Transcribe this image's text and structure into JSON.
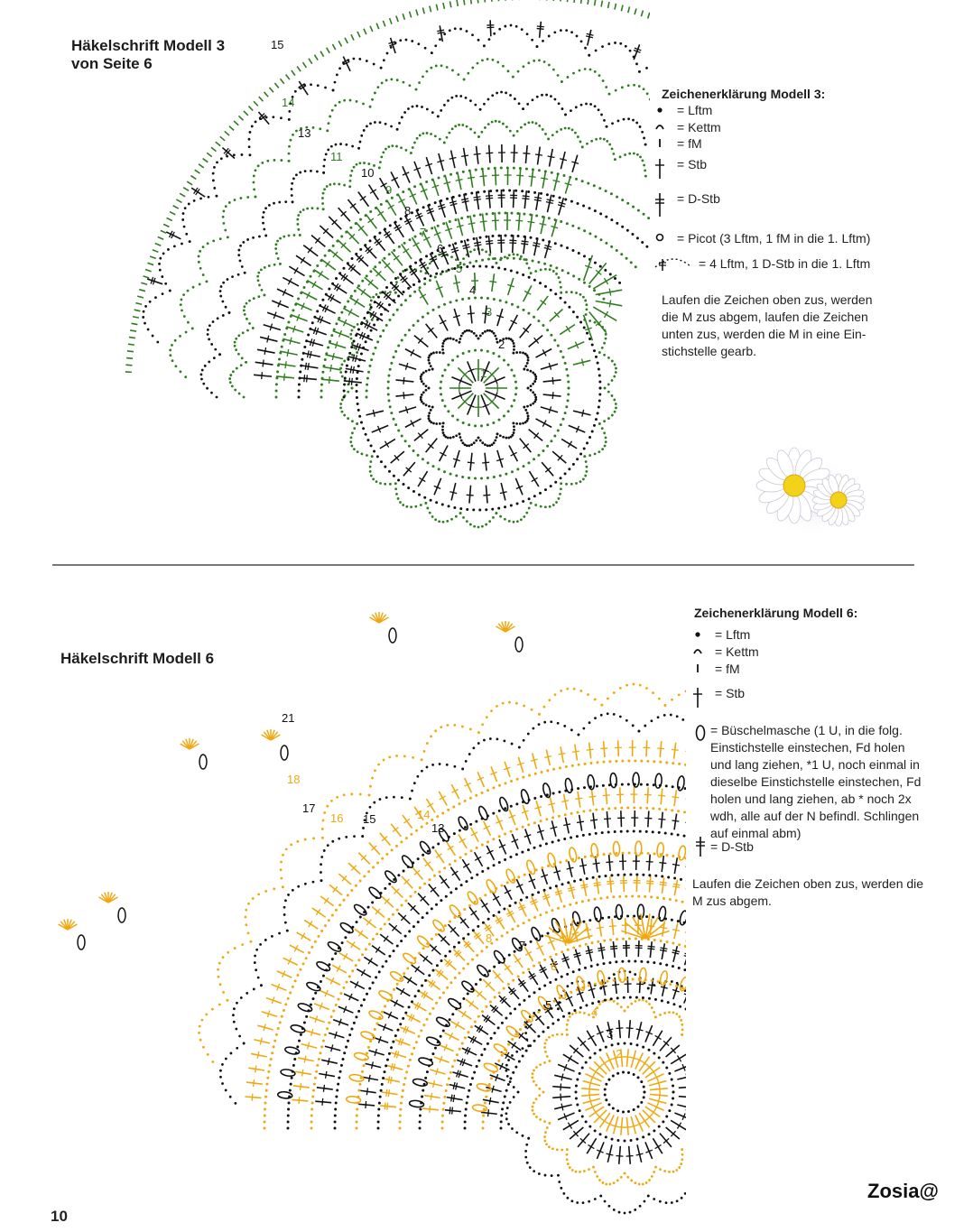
{
  "top": {
    "title_line1": "Häkelschrift Modell 3",
    "title_line2": "von Seite 6",
    "legend_title": "Zeichenerklärung Modell 3:",
    "legend": [
      {
        "symbol": "dot",
        "text": "= Lftm"
      },
      {
        "symbol": "arc",
        "text": "= Kettm"
      },
      {
        "symbol": "bar",
        "text": "= fM"
      },
      {
        "symbol": "stb",
        "text": "= Stb"
      },
      {
        "symbol": "dstb",
        "text": "= D-Stb"
      },
      {
        "symbol": "picot",
        "text": "= Picot (3 Lftm, 1 fM in die 1. Lftm)"
      },
      {
        "symbol": "loop",
        "text": "= 4 Lftm, 1 D-Stb in die 1. Lftm"
      }
    ],
    "note": [
      "Laufen die Zeichen oben zus, werden",
      "die M zus abgem, laufen die Zeichen",
      "unten zus, werden die M in eine Ein-",
      "stichstelle gearb."
    ],
    "row_numbers": [
      "1",
      "2",
      "3",
      "4",
      "5",
      "6",
      "7",
      "8",
      "9",
      "10",
      "11",
      "13",
      "14",
      "15"
    ],
    "colors": {
      "green": "#2e7d1e",
      "black": "#111111"
    }
  },
  "bottom": {
    "title": "Häkelschrift Modell 6",
    "legend_title": "Zeichenerklärung Modell 6:",
    "legend": [
      {
        "symbol": "dot",
        "text": "= Lftm"
      },
      {
        "symbol": "arc",
        "text": "= Kettm"
      },
      {
        "symbol": "bar",
        "text": "= fM"
      },
      {
        "symbol": "stb",
        "text": "= Stb"
      }
    ],
    "buschel": [
      "= Büschelmasche (1 U, in die folg.",
      "Einstichstelle einstechen, Fd holen",
      "und lang ziehen, *1 U, noch einmal in",
      "dieselbe Einstichstelle einstechen, Fd",
      "holen und lang ziehen, ab * noch 2x",
      "wdh, alle auf der N befindl. Schlingen",
      "auf einmal abm)"
    ],
    "dstb": "= D-Stb",
    "note": [
      "Laufen die Zeichen oben zus, werden die",
      "M zus abgem."
    ],
    "row_numbers": [
      "2",
      "3",
      "4",
      "5",
      "6",
      "7",
      "8",
      "13",
      "14",
      "15",
      "16",
      "17",
      "18",
      "21"
    ],
    "colors": {
      "orange": "#f0a810",
      "black": "#111111"
    }
  },
  "page_number": "10",
  "signature": "Zosia@"
}
